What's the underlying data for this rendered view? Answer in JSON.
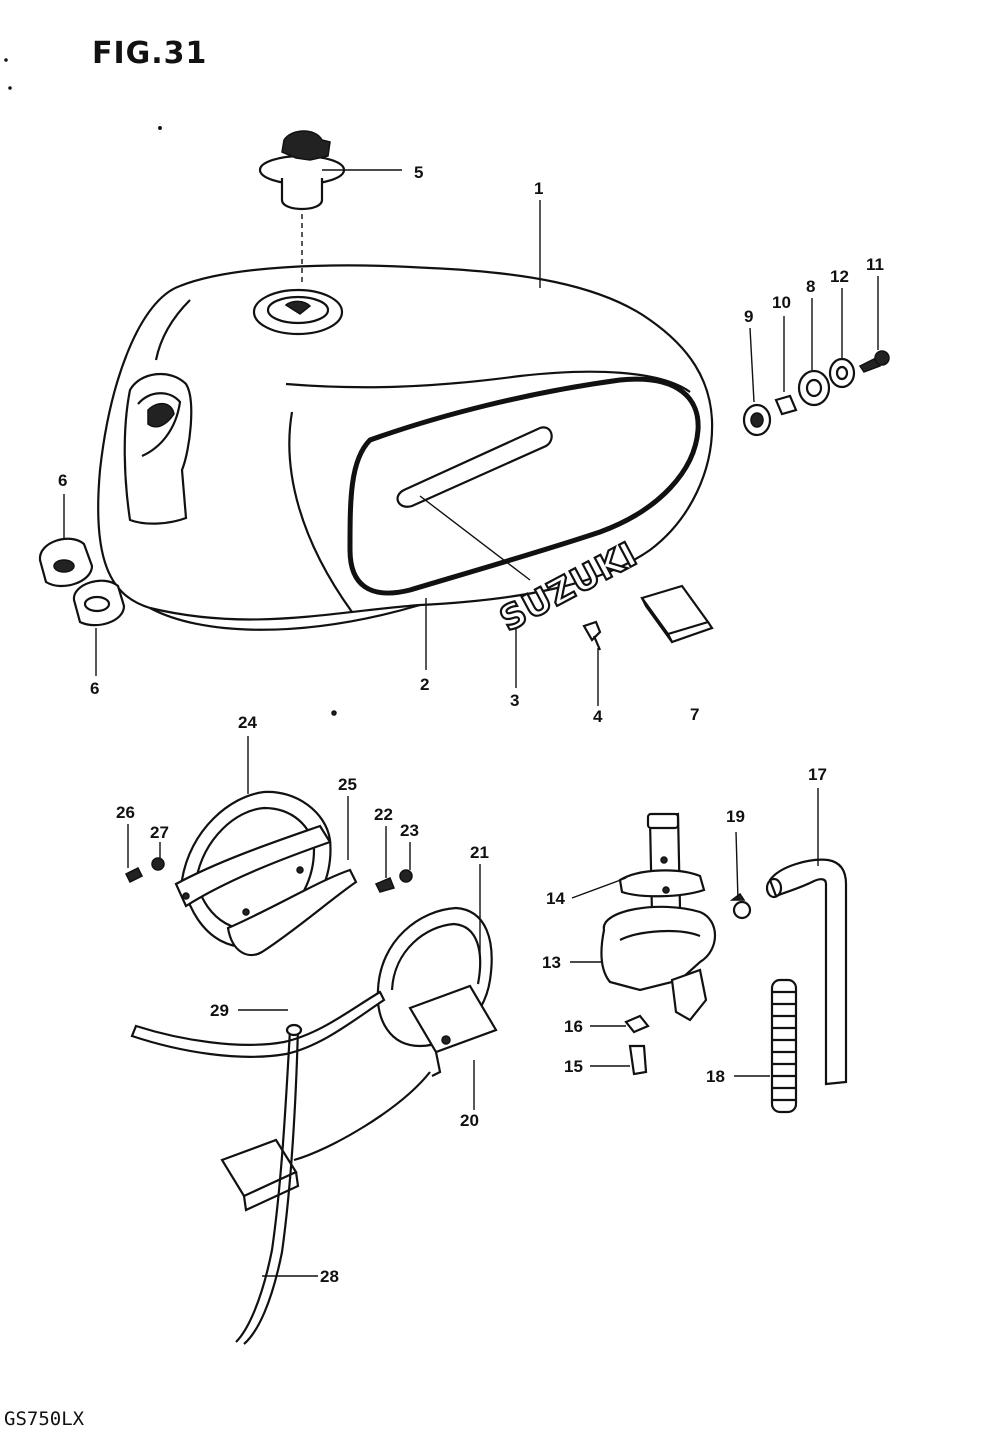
{
  "figure": {
    "title": "FIG.31",
    "model": "GS750LX"
  },
  "emblem_text": "SUZUKI",
  "callouts": {
    "p1": "1",
    "p2": "2",
    "p3": "3",
    "p4": "4",
    "p5": "5",
    "p6a": "6",
    "p6b": "6",
    "p7": "7",
    "p8": "8",
    "p9": "9",
    "p10": "10",
    "p11": "11",
    "p12": "12",
    "p13": "13",
    "p14": "14",
    "p15": "15",
    "p16": "16",
    "p17": "17",
    "p18": "18",
    "p19": "19",
    "p20": "20",
    "p21": "21",
    "p22": "22",
    "p23": "23",
    "p24": "24",
    "p25": "25",
    "p26": "26",
    "p27": "27",
    "p28": "28",
    "p29": "29"
  }
}
